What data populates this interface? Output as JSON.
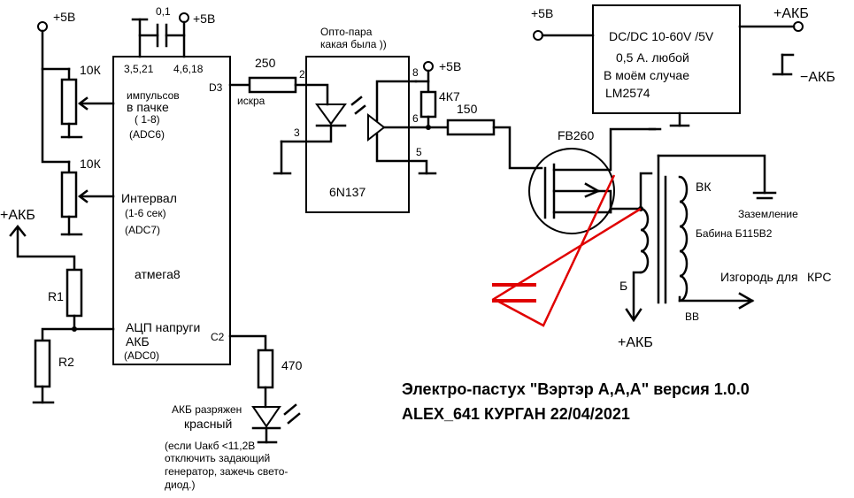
{
  "power": {
    "plus5v": "+5В",
    "plus_akb": "+АКБ",
    "minus_akb": "−АКБ"
  },
  "mcu": {
    "name": "атмега8",
    "cap_value": "0,1",
    "gnd_pins": "3,5,21",
    "vcc_pins": "4,6,18",
    "pin_d3": "D3",
    "pin_c2": "C2",
    "pulses_line1": "импульсов",
    "pulses_line2": "в пачке",
    "pulses_line3": "( 1-8)",
    "pulses_adc": "(ADC6)",
    "interval_line1": "Интервал",
    "interval_line2": "(1-6 сек)",
    "interval_adc": "(ADC7)",
    "adc_line1": "АЦП напруги",
    "adc_line2": "АКБ",
    "adc_line3": "(ADC0)"
  },
  "resistors": {
    "pot1": "10К",
    "pot2": "10К",
    "r1": "R1",
    "r2": "R2",
    "r250": "250",
    "spark": "искра",
    "r470": "470",
    "r4k7": "4К7",
    "r150": "150"
  },
  "opto": {
    "title_line1": "Опто-пара",
    "title_line2": "какая была ))",
    "part": "6N137",
    "pin2": "2",
    "pin3": "3",
    "pin5": "5",
    "pin6": "6",
    "pin8": "8"
  },
  "led": {
    "line1": "АКБ разряжен",
    "line2": "красный",
    "note_line1": "(если Uакб <11,2В",
    "note_line2": "отключить задающий",
    "note_line3": "генератор, зажечь свето-",
    "note_line4": "диод.)"
  },
  "dcdc": {
    "line1": "DC/DC 10-60V /5V",
    "line2": "0,5 А. любой",
    "line3": "В моём случае",
    "line4": "LM2574"
  },
  "output": {
    "mosfet": "FB260",
    "coil_bk": "ВК",
    "ground": "Заземление",
    "coil": "Бабина Б115В2",
    "coil_b": "Б",
    "coil_bb": "ВВ",
    "fence_label": "Изгородь для",
    "fence_krs": "КРС"
  },
  "footer": {
    "title": "Электро-пастух  \"Вэртэр А,А,А\" версия 1.0.0",
    "author": "ALEX_641 КУРГАН 22/04/2021"
  }
}
